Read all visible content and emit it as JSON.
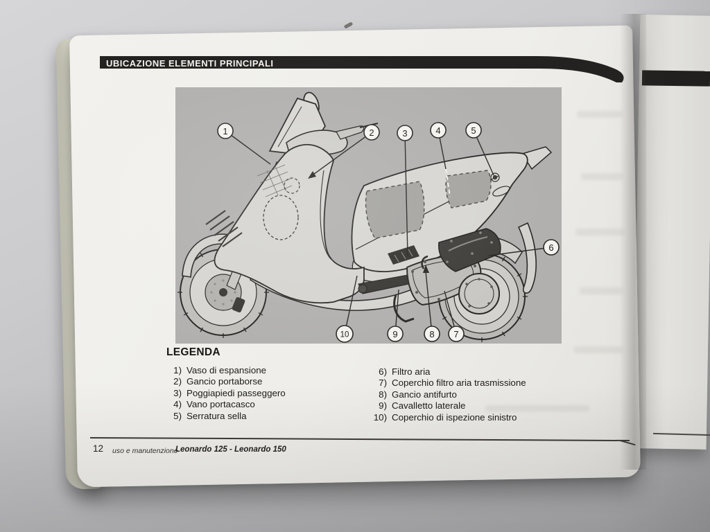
{
  "header": {
    "title": "UBICAZIONE ELEMENTI PRINCIPALI"
  },
  "diagram": {
    "description": "side-view technical illustration of scooter with numbered callouts",
    "callouts": [
      {
        "n": "1"
      },
      {
        "n": "2"
      },
      {
        "n": "3"
      },
      {
        "n": "4"
      },
      {
        "n": "5"
      },
      {
        "n": "6"
      },
      {
        "n": "7"
      },
      {
        "n": "8"
      },
      {
        "n": "9"
      },
      {
        "n": "10"
      }
    ]
  },
  "legend": {
    "heading": "LEGENDA",
    "left": [
      {
        "num": "1)",
        "label": "Vaso di espansione"
      },
      {
        "num": "2)",
        "label": "Gancio portaborse"
      },
      {
        "num": "3)",
        "label": "Poggiapiedi passeggero"
      },
      {
        "num": "4)",
        "label": "Vano portacasco"
      },
      {
        "num": "5)",
        "label": "Serratura sella"
      }
    ],
    "right": [
      {
        "num": "6)",
        "label": "Filtro aria"
      },
      {
        "num": "7)",
        "label": "Coperchio filtro aria trasmissione"
      },
      {
        "num": "8)",
        "label": "Gancio antifurto"
      },
      {
        "num": "9)",
        "label": "Cavalletto laterale"
      },
      {
        "num": "10)",
        "label": "Coperchio di ispezione sinistro"
      }
    ]
  },
  "footer": {
    "page_number": "12",
    "manual_title": "uso e manutenzione",
    "models": "Leonardo 125 - Leonardo 150"
  },
  "colors": {
    "header_bar": "#242220",
    "diagram_background": "#b1b0ae",
    "page": "#f0efeb",
    "backdrop": "#c6c6c8",
    "ink": "#1c1b19"
  }
}
